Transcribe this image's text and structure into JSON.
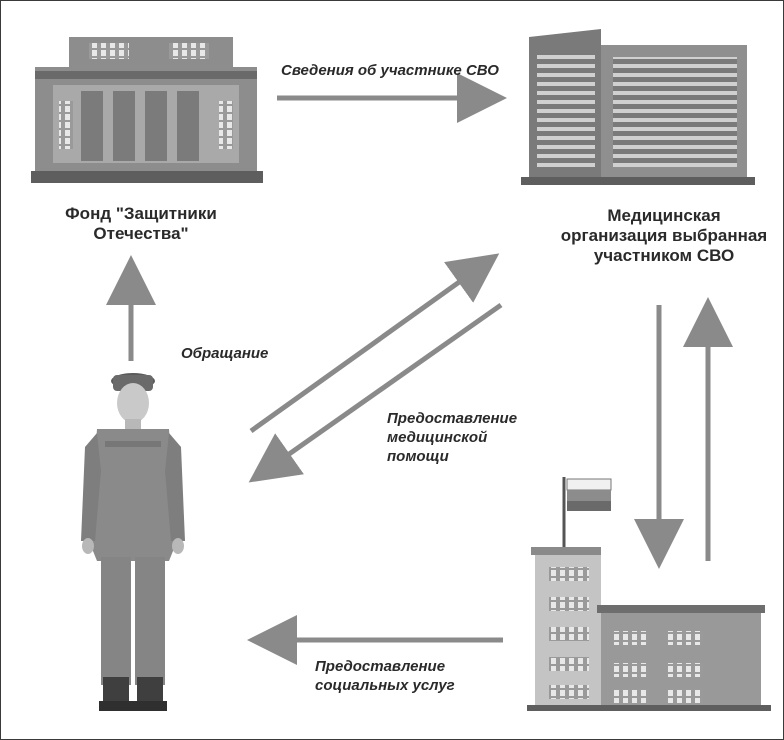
{
  "nodes": {
    "fund": {
      "line1": "Фонд \"Защитники",
      "line2": "Отечества\""
    },
    "medical": {
      "line1": "Медицинская",
      "line2": "организация выбранная",
      "line3": "участником СВО"
    }
  },
  "edges": {
    "info": "Сведения об участнике СВО",
    "appeal": "Обращание",
    "medhelp": {
      "line1": "Предоставление",
      "line2": "медицинской",
      "line3": "помощи"
    },
    "social": {
      "line1": "Предоставление",
      "line2": "социальных услуг"
    }
  },
  "colors": {
    "arrow": "#8a8a8a",
    "building": "#8d8d8d",
    "dark": "#555555",
    "text": "#2a2a2a"
  }
}
